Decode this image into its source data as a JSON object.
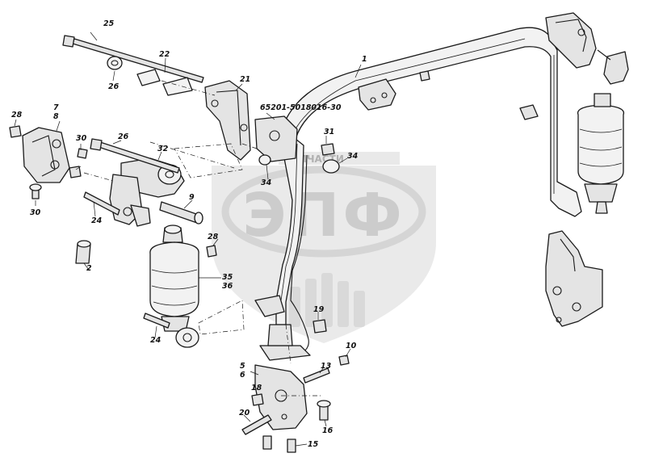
{
  "watermark": {
    "banner": "ЗАПЧАСТИ",
    "letters": "ЭПФ"
  },
  "callouts": [
    {
      "id": "c-1",
      "text": "1"
    },
    {
      "id": "c-2",
      "text": "2"
    },
    {
      "id": "c-5",
      "text": "5"
    },
    {
      "id": "c-6",
      "text": "6"
    },
    {
      "id": "c-7",
      "text": "7"
    },
    {
      "id": "c-8",
      "text": "8"
    },
    {
      "id": "c-9",
      "text": "9"
    },
    {
      "id": "c-10",
      "text": "10"
    },
    {
      "id": "c-13",
      "text": "13"
    },
    {
      "id": "c-15",
      "text": "15"
    },
    {
      "id": "c-16",
      "text": "16"
    },
    {
      "id": "c-18",
      "text": "18"
    },
    {
      "id": "c-19",
      "text": "19"
    },
    {
      "id": "c-20",
      "text": "20"
    },
    {
      "id": "c-21",
      "text": "21"
    },
    {
      "id": "c-22",
      "text": "22"
    },
    {
      "id": "c-24a",
      "text": "24"
    },
    {
      "id": "c-24b",
      "text": "24"
    },
    {
      "id": "c-25",
      "text": "25"
    },
    {
      "id": "c-26a",
      "text": "26"
    },
    {
      "id": "c-26b",
      "text": "26"
    },
    {
      "id": "c-28a",
      "text": "28"
    },
    {
      "id": "c-28b",
      "text": "28"
    },
    {
      "id": "c-30a",
      "text": "30"
    },
    {
      "id": "c-30b",
      "text": "30"
    },
    {
      "id": "c-31",
      "text": "31"
    },
    {
      "id": "c-32",
      "text": "32"
    },
    {
      "id": "c-34a",
      "text": "34"
    },
    {
      "id": "c-34b",
      "text": "34"
    },
    {
      "id": "c-35",
      "text": "35"
    },
    {
      "id": "c-36",
      "text": "36"
    },
    {
      "id": "c-partno",
      "text": "65201-5018016-30"
    }
  ]
}
